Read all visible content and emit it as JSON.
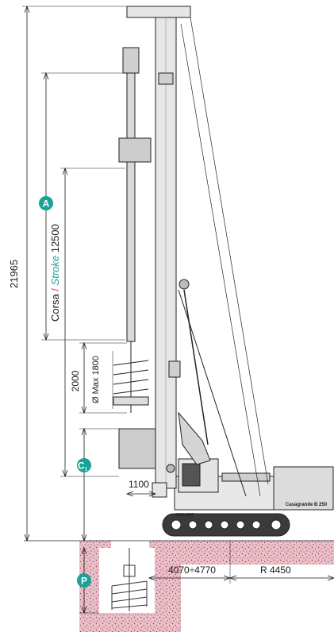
{
  "dimensions": {
    "total_height": "21965",
    "stroke_word_it": "Corsa",
    "stroke_sep": " / ",
    "stroke_word_en": "Stroke",
    "stroke_value": " 12500",
    "auger_length": "2000",
    "auger_diameter": "Ø Max 1800",
    "offset": "1100",
    "track_range": "4070÷4770",
    "tail_radius": "R 4450"
  },
  "markers": {
    "a": "A",
    "c": "C",
    "c_sub": "1",
    "p": "P"
  },
  "machine": {
    "brand": "Casagrande B 250",
    "track_label": "SOILMEC"
  },
  "colors": {
    "marker": "#1aa394",
    "stroke_en": "#1aa394",
    "stroke_sep": "#e0285a",
    "ground": "#e8b8c2",
    "ground_speckle": "#b0405a",
    "line": "#1a1a1a"
  }
}
